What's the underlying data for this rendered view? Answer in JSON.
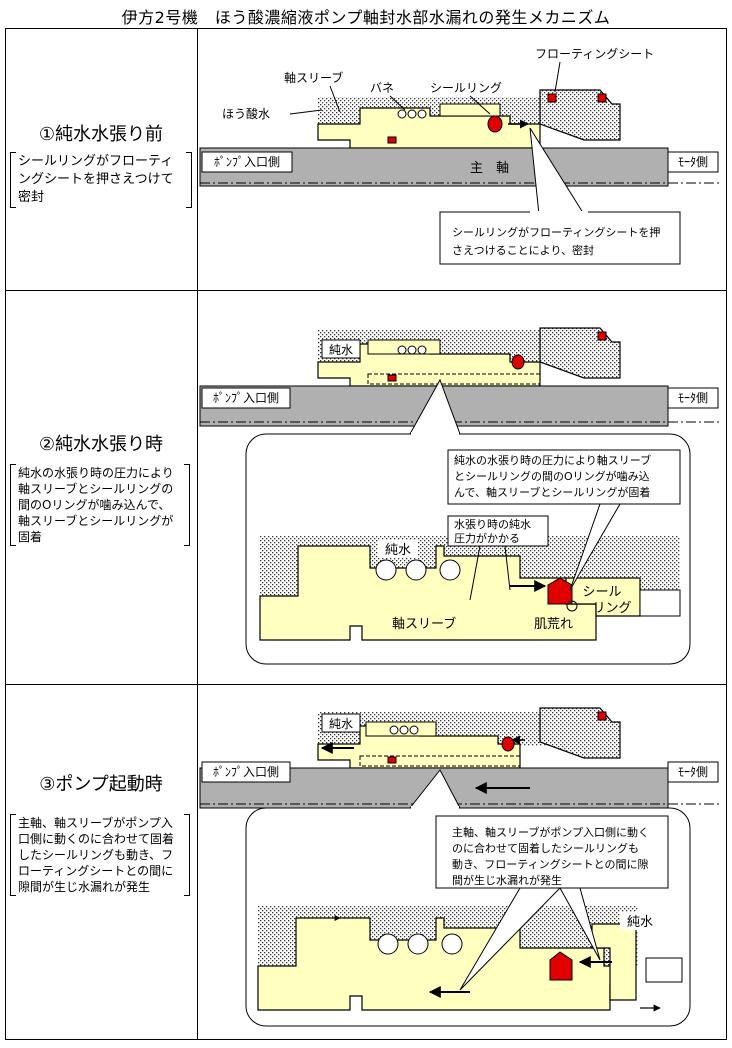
{
  "title": "伊方2号機　ほう酸濃縮液ポンプ軸封水部水漏れの発生メカニズム",
  "stages": [
    {
      "heading": "①純水水張り前",
      "description": "シールリングがフローティングシートを押さえつけて密封",
      "labels": {
        "sleeve": "軸スリーブ",
        "spring": "バネ",
        "seal_ring": "シールリング",
        "floating_seat": "フローティングシート",
        "boric_water": "ほう酸水",
        "pump_inlet": "ﾎﾟﾝﾌﾟ入口側",
        "motor": "ﾓｰﾀ側",
        "shaft": "主　軸"
      },
      "callout": [
        "シールリングがフローティングシートを押",
        "さえつけることにより、密封"
      ]
    },
    {
      "heading": "②純水水張り時",
      "description": "純水の水張り時の圧力により軸スリーブとシールリングの間のOリングが噛み込んで、軸スリーブとシールリングが固着",
      "labels": {
        "pure_water": "純水",
        "pump_inlet": "ﾎﾟﾝﾌﾟ入口側",
        "motor": "ﾓｰﾀ側",
        "pressure": [
          "水張り時の純水",
          "圧力がかかる"
        ],
        "seal_ring": [
          "シール",
          "リング"
        ],
        "sleeve": "軸スリーブ",
        "roughness": "肌荒れ"
      },
      "callout": [
        "純水の水張り時の圧力により軸スリーブ",
        "とシールリングの間のOリングが噛み込",
        "んで、軸スリーブとシールリングが固着"
      ]
    },
    {
      "heading": "③ポンプ起動時",
      "description": "主軸、軸スリーブがポンプ入口側に動くのに合わせて固着したシールリングも動き、フローティングシートとの間に隙間が生じ水漏れが発生",
      "labels": {
        "pure_water": "純水",
        "pump_inlet": "ﾎﾟﾝﾌﾟ入口側",
        "motor": "ﾓｰﾀ側"
      },
      "callout": [
        "主軸、軸スリーブがポンプ入口側に動く",
        "のに合わせて固着したシールリングも",
        "動き、フローティングシートとの間に隙",
        "間が生じ水漏れが発生"
      ]
    }
  ],
  "colors": {
    "sleeve_fill": "#ffffc0",
    "shaft_fill": "#b0b0b0",
    "oring": "#e00000",
    "seat_fill": "#ffffff"
  }
}
